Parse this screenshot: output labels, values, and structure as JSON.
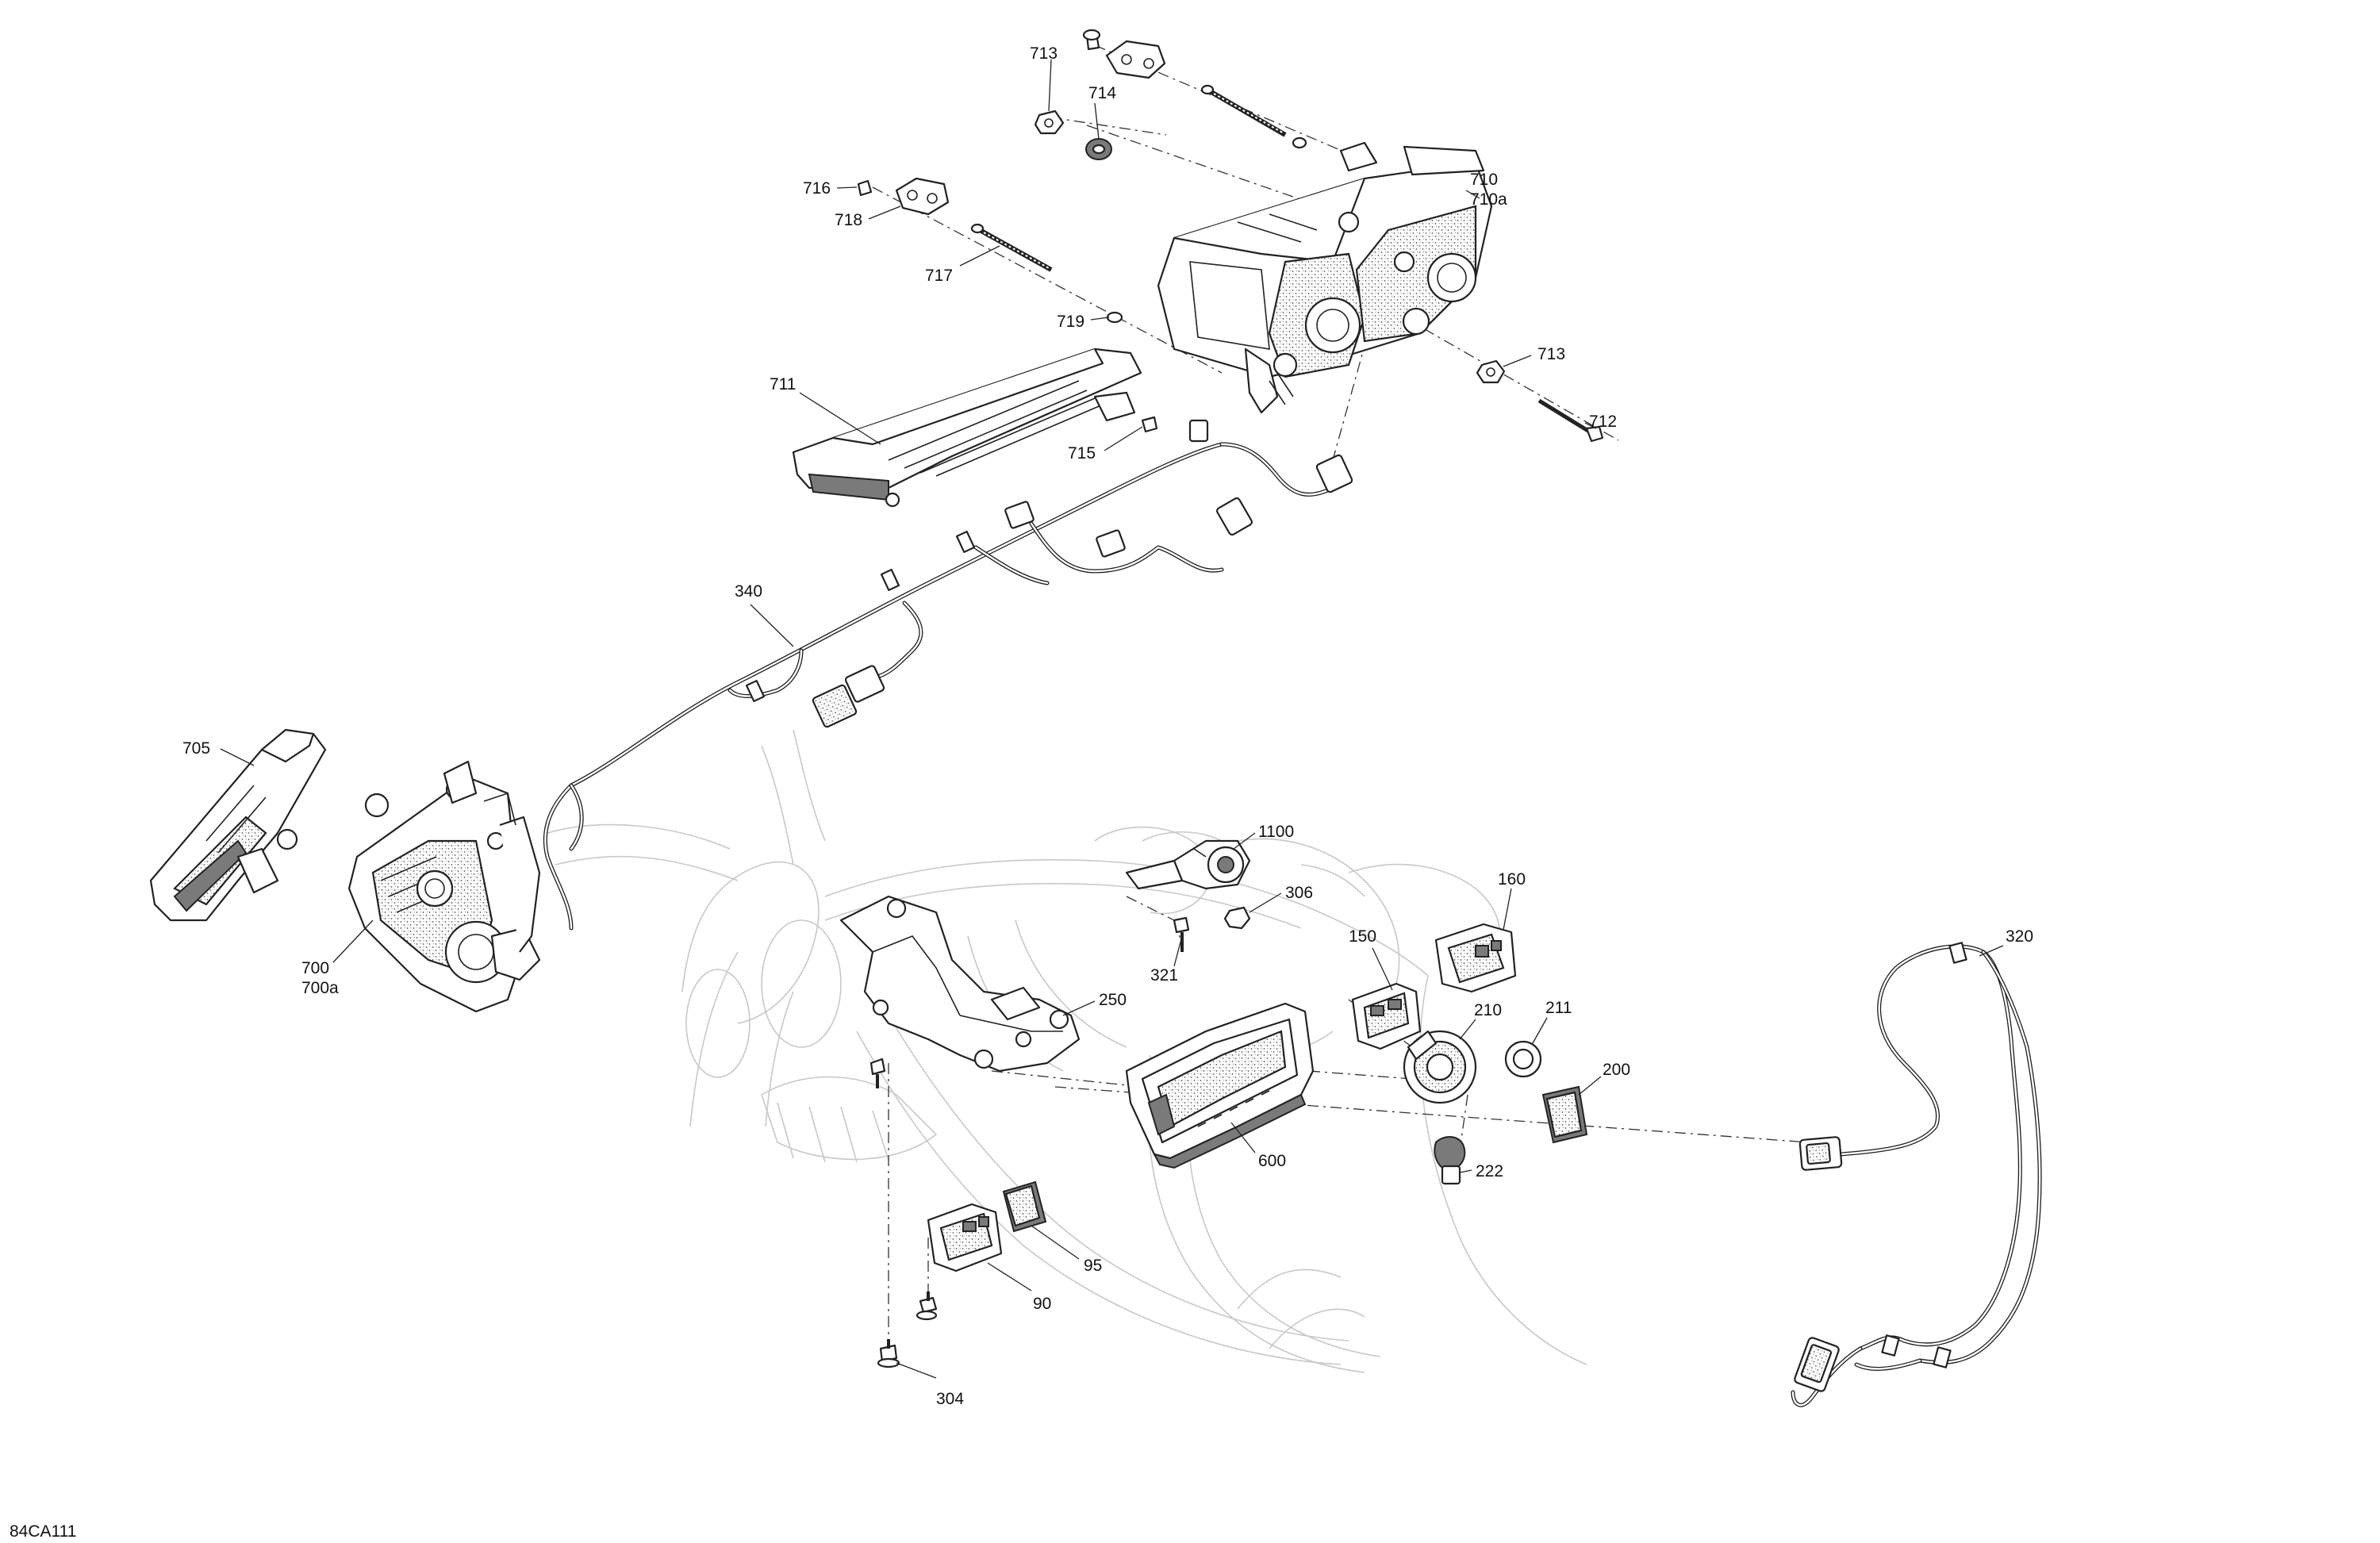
{
  "figure_code": "84CA111",
  "callouts": [
    {
      "id": "c713a",
      "text": "713"
    },
    {
      "id": "c714",
      "text": "714"
    },
    {
      "id": "c716",
      "text": "716"
    },
    {
      "id": "c718",
      "text": "718"
    },
    {
      "id": "c717",
      "text": "717"
    },
    {
      "id": "c719",
      "text": "719"
    },
    {
      "id": "c710",
      "text": "710"
    },
    {
      "id": "c710a",
      "text": "710a"
    },
    {
      "id": "c713b",
      "text": "713"
    },
    {
      "id": "c712",
      "text": "712"
    },
    {
      "id": "c711",
      "text": "711"
    },
    {
      "id": "c715",
      "text": "715"
    },
    {
      "id": "c340",
      "text": "340"
    },
    {
      "id": "c705",
      "text": "705"
    },
    {
      "id": "c700",
      "text": "700"
    },
    {
      "id": "c700a",
      "text": "700a"
    },
    {
      "id": "c1100",
      "text": "1100"
    },
    {
      "id": "c306",
      "text": "306"
    },
    {
      "id": "c160",
      "text": "160"
    },
    {
      "id": "c150",
      "text": "150"
    },
    {
      "id": "c321",
      "text": "321"
    },
    {
      "id": "c250",
      "text": "250"
    },
    {
      "id": "c210",
      "text": "210"
    },
    {
      "id": "c211",
      "text": "211"
    },
    {
      "id": "c200",
      "text": "200"
    },
    {
      "id": "c320",
      "text": "320"
    },
    {
      "id": "c600",
      "text": "600"
    },
    {
      "id": "c222",
      "text": "222"
    },
    {
      "id": "c95",
      "text": "95"
    },
    {
      "id": "c90",
      "text": "90"
    },
    {
      "id": "c304",
      "text": "304"
    }
  ]
}
